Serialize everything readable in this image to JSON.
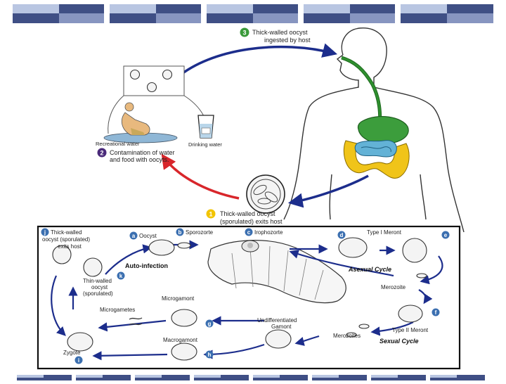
{
  "colors": {
    "header_dark": "#3f4f85",
    "header_light": "#b9c6e2",
    "cycle_blue": "#1c2d8c",
    "contamination_red": "#d8262b",
    "esophagus_green": "#2f8f2f",
    "stomach_green": "#3c9d3c",
    "intestine_blue": "#63b2d6",
    "intestine_yellow": "#f0c419",
    "badge_green": "#3a9a3a",
    "badge_purple": "#4a2a7a",
    "badge_yellow": "#f2c400",
    "badge_blue": "#3b6fb0"
  },
  "top_cycle": {
    "step3": {
      "number": "3",
      "line1": "Thick-walled oocyst",
      "line2": "ingested by host"
    },
    "step2": {
      "number": "2",
      "line1": "Contamination of water",
      "line2": "and food with oocyts."
    },
    "step1": {
      "number": "1",
      "line1": "Thick-walled oocyst",
      "line2": "(sporulated) exits host"
    },
    "recreational_label": "Recreational water",
    "drinking_label": "Drinking water"
  },
  "life_cycle": {
    "a_badge": "a",
    "a_label": "Oocyst",
    "b_badge": "b",
    "b_label": "Sporozorte",
    "c_badge": "c",
    "c_label": "Irophozorte",
    "d_badge": "d",
    "d_label": "Type I Meront",
    "e_badge": "e",
    "f_badge": "f",
    "f_label": "Type II Meront",
    "g_badge": "g",
    "g_label": "Microgamont",
    "h_badge": "h",
    "h_label": "Macrogamont",
    "i_badge": "i",
    "i_label": "Zygote",
    "j_badge": "j",
    "j_line1": "Thick-walled",
    "j_line2": "oocyst (sporulated)",
    "j_line3": "exits host",
    "k_badge": "k",
    "k_line1": "Thin-walled",
    "k_line2": "oocyst",
    "k_line3": "(sporulated)",
    "auto_infection": "Auto-infection",
    "asexual_cycle": "Asexual Cycle",
    "sexual_cycle": "Sexual Cycle",
    "merozoite": "Merozoite",
    "merozoites": "Merozoites",
    "microgametes": "Microgametes",
    "undiff_line1": "Undifferentiated",
    "undiff_line2": "Gamont"
  }
}
